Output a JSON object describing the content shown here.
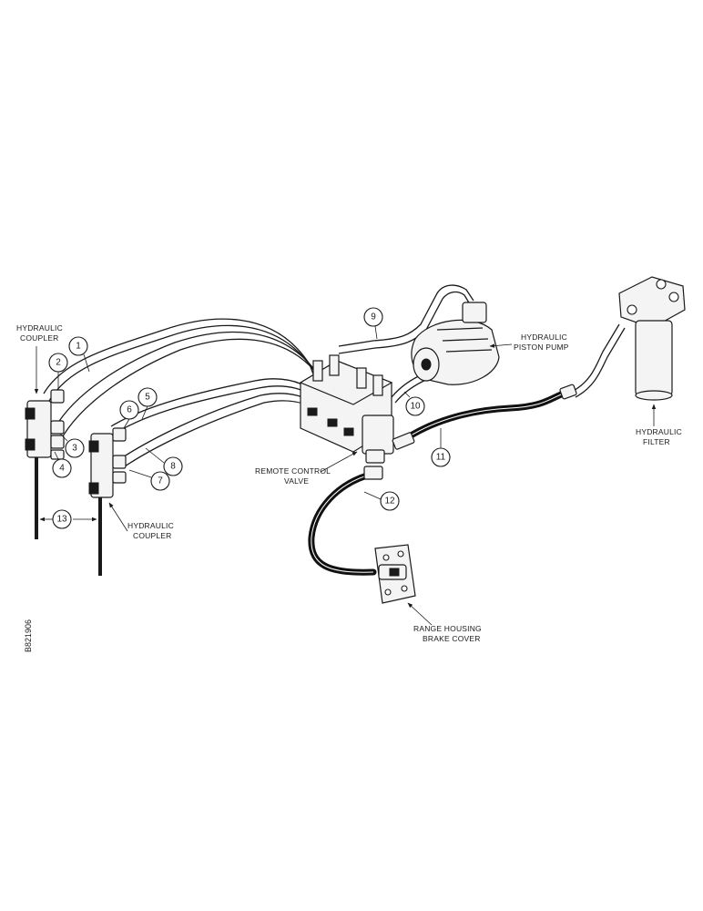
{
  "labels": {
    "coupler_left": [
      "HYDRAULIC",
      "COUPLER"
    ],
    "coupler_right": [
      "HYDRAULIC",
      "COUPLER"
    ],
    "piston_pump": [
      "HYDRAULIC",
      "PISTON PUMP"
    ],
    "filter": [
      "HYDRAULIC",
      "FILTER"
    ],
    "remote_valve": [
      "REMOTE CONTROL",
      "VALVE"
    ],
    "brake_cover": [
      "RANGE HOUSING",
      "BRAKE COVER"
    ]
  },
  "callouts": [
    "1",
    "2",
    "3",
    "4",
    "5",
    "6",
    "7",
    "8",
    "9",
    "10",
    "11",
    "12",
    "13"
  ],
  "figure_code": "B821906"
}
